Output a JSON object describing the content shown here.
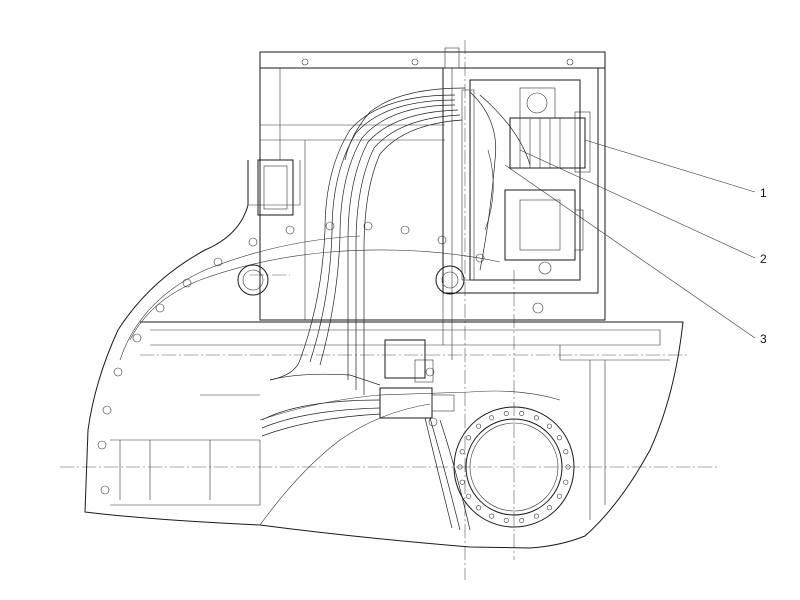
{
  "callouts": [
    {
      "label": "1"
    },
    {
      "label": "2"
    },
    {
      "label": "3"
    }
  ],
  "colors": {
    "line": "#1a1a1a",
    "background": "#ffffff"
  }
}
